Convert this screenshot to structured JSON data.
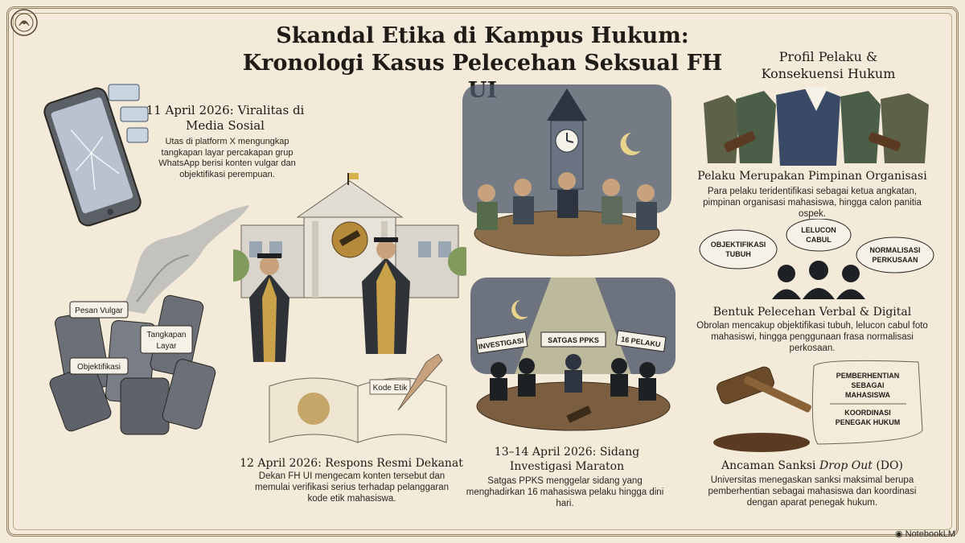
{
  "title": {
    "line1": "Skandal Etika di Kampus Hukum:",
    "line2": "Kronologi Kasus Pelecehan Seksual FH UI"
  },
  "profile_title": {
    "line1": "Profil Pelaku &",
    "line2": "Konsekuensi Hukum"
  },
  "timeline": [
    {
      "heading": "11 April 2026: Viralitas di Media Sosial",
      "body": "Utas di platform X mengungkap tangkapan layar percakapan grup WhatsApp berisi konten vulgar dan objektifikasi perempuan."
    },
    {
      "heading": "12 April 2026: Respons Resmi Dekanat",
      "body": "Dekan FH UI mengecam konten tersebut dan memulai verifikasi serius terhadap pelanggaran kode etik mahasiswa."
    },
    {
      "heading": "13–14 April 2026: Sidang Investigasi Maraton",
      "body": "Satgas PPKS menggelar sidang yang menghadirkan 16 mahasiswa pelaku hingga dini hari."
    }
  ],
  "profile": [
    {
      "heading": "Pelaku Merupakan Pimpinan Organisasi",
      "body": "Para pelaku teridentifikasi sebagai ketua angkatan, pimpinan organisasi mahasiswa, hingga calon panitia ospek."
    },
    {
      "heading": "Bentuk Pelecehan Verbal & Digital",
      "body": "Obrolan mencakup objektifikasi tubuh, lelucon cabul foto mahasiswi, hingga penggunaan frasa normalisasi perkosaan."
    },
    {
      "heading_prefix": "Ancaman Sanksi ",
      "heading_em": "Drop Out",
      "heading_suffix": " (DO)",
      "body": "Universitas menegaskan sanksi maksimal berupa pemberhentian sebagai mahasiswa dan koordinasi dengan aparat penegak hukum."
    }
  ],
  "illustration_labels": {
    "chat": [
      "Pesan Vulgar",
      "Tangkapan",
      "Layar",
      "Objektifikasi"
    ],
    "book": "Kode Etik",
    "hearing": [
      "INVESTIGASI",
      "SATGAS PPKS",
      "16 PELAKU"
    ],
    "bubbles": [
      "OBJEKTIFIKASI",
      "TUBUH",
      "LELUCON",
      "CABUL",
      "NORMALISASI",
      "PERKUSAAN"
    ],
    "scroll": [
      "PEMBERHENTIAN",
      "SEBAGAI",
      "MAHASISWA",
      "KOORDINASI",
      "PENEGAK HUKUM"
    ]
  },
  "brand": "NotebookLM",
  "colors": {
    "background": "#f3ead9",
    "ink": "#1f1c18",
    "frame": "#8d7b60",
    "accent_gold": "#c9a24a",
    "night_sky": "#4a5568"
  },
  "icons": [
    "university-seal-icon",
    "notebooklm-icon"
  ]
}
